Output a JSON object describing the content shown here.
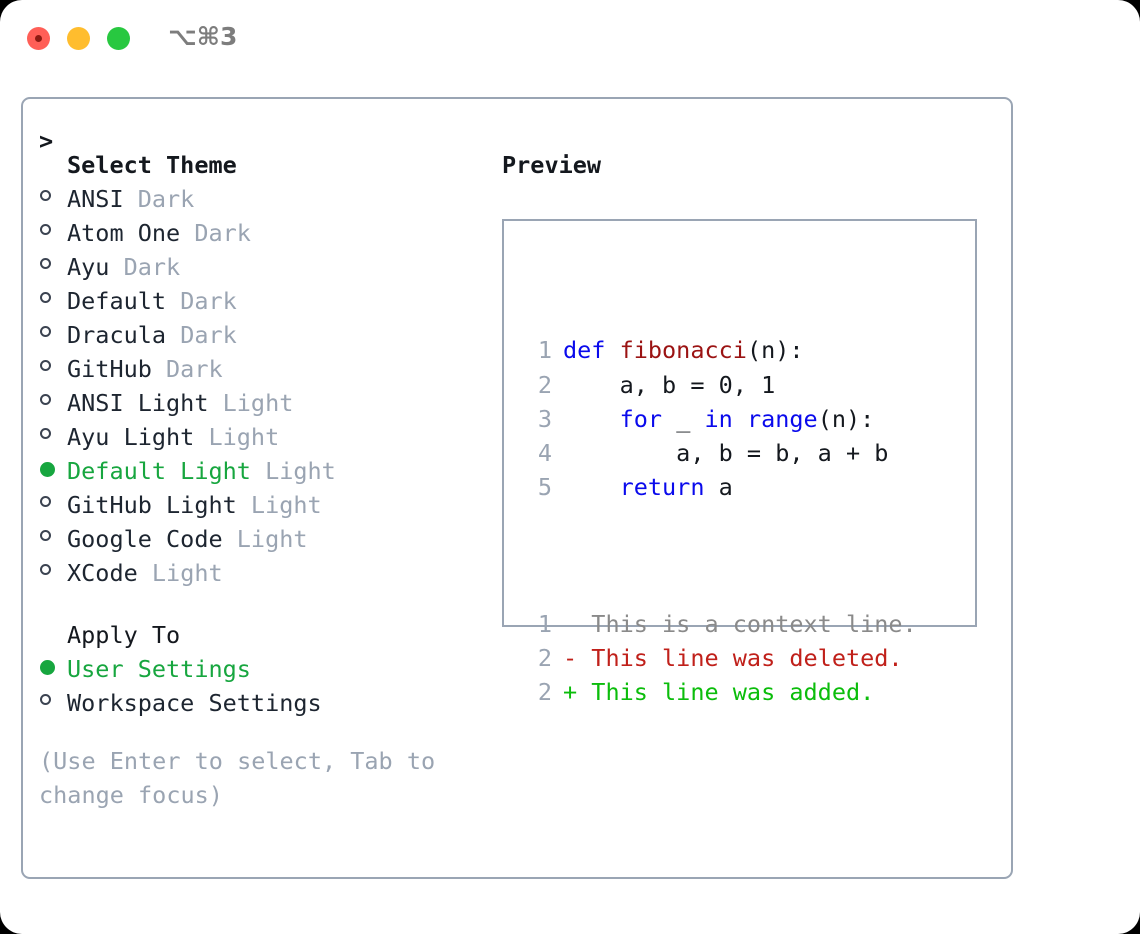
{
  "titlebar": {
    "shortcut": "⌥⌘3",
    "buttons": [
      {
        "name": "close",
        "color": "#ff5f57"
      },
      {
        "name": "minimize",
        "color": "#ffbd2e"
      },
      {
        "name": "maximize",
        "color": "#28c840"
      }
    ]
  },
  "theme_picker": {
    "caret": ">",
    "header": "Select Theme",
    "bullet_unselected": "○",
    "bullet_selected": "●",
    "items": [
      {
        "name": "ANSI",
        "tag": "Dark",
        "selected": false
      },
      {
        "name": "Atom One",
        "tag": "Dark",
        "selected": false
      },
      {
        "name": "Ayu",
        "tag": "Dark",
        "selected": false
      },
      {
        "name": "Default",
        "tag": "Dark",
        "selected": false
      },
      {
        "name": "Dracula",
        "tag": "Dark",
        "selected": false
      },
      {
        "name": "GitHub",
        "tag": "Dark",
        "selected": false
      },
      {
        "name": "ANSI Light",
        "tag": "Light",
        "selected": false
      },
      {
        "name": "Ayu Light",
        "tag": "Light",
        "selected": false
      },
      {
        "name": "Default Light",
        "tag": "Light",
        "selected": true
      },
      {
        "name": "GitHub Light",
        "tag": "Light",
        "selected": false
      },
      {
        "name": "Google Code",
        "tag": "Light",
        "selected": false
      },
      {
        "name": "XCode",
        "tag": "Light",
        "selected": false
      }
    ]
  },
  "apply_to": {
    "label": "Apply To",
    "options": [
      {
        "name": "User Settings",
        "selected": true
      },
      {
        "name": "Workspace Settings",
        "selected": false
      }
    ]
  },
  "hint": "(Use Enter to select, Tab to change focus)",
  "preview": {
    "title": "Preview",
    "code": [
      {
        "lineno": "1",
        "segments": [
          {
            "text": "def ",
            "kind": "kw"
          },
          {
            "text": "fibonacci",
            "kind": "fn"
          },
          {
            "text": "(n):",
            "kind": "punc"
          }
        ]
      },
      {
        "lineno": "2",
        "segments": [
          {
            "text": "    a, b = 0, 1",
            "kind": "plain"
          }
        ]
      },
      {
        "lineno": "3",
        "segments": [
          {
            "text": "    ",
            "kind": "plain"
          },
          {
            "text": "for",
            "kind": "kw"
          },
          {
            "text": " _ ",
            "kind": "plain"
          },
          {
            "text": "in",
            "kind": "kw"
          },
          {
            "text": " ",
            "kind": "plain"
          },
          {
            "text": "range",
            "kind": "kw"
          },
          {
            "text": "(n):",
            "kind": "punc"
          }
        ]
      },
      {
        "lineno": "4",
        "segments": [
          {
            "text": "        a, b = b, a + b",
            "kind": "plain"
          }
        ]
      },
      {
        "lineno": "5",
        "segments": [
          {
            "text": "    ",
            "kind": "plain"
          },
          {
            "text": "return",
            "kind": "kw"
          },
          {
            "text": " a",
            "kind": "plain"
          }
        ]
      }
    ],
    "diff": [
      {
        "lineno": "1",
        "marker": " ",
        "text": "  This is a context line.",
        "kind": "ctx"
      },
      {
        "lineno": "2",
        "marker": "-",
        "text": "- This line was deleted.",
        "kind": "del"
      },
      {
        "lineno": "2",
        "marker": "+",
        "text": "+ This line was added.",
        "kind": "add"
      }
    ]
  },
  "colors": {
    "accent_green": "#17a63f",
    "diff_add_green": "#0bbd0b",
    "diff_del_red": "#c0201a",
    "keyword_blue": "#0a0aec",
    "function_red": "#9b1313",
    "muted_gray": "#9aa4b2",
    "border_gray": "#9aa5b4"
  }
}
